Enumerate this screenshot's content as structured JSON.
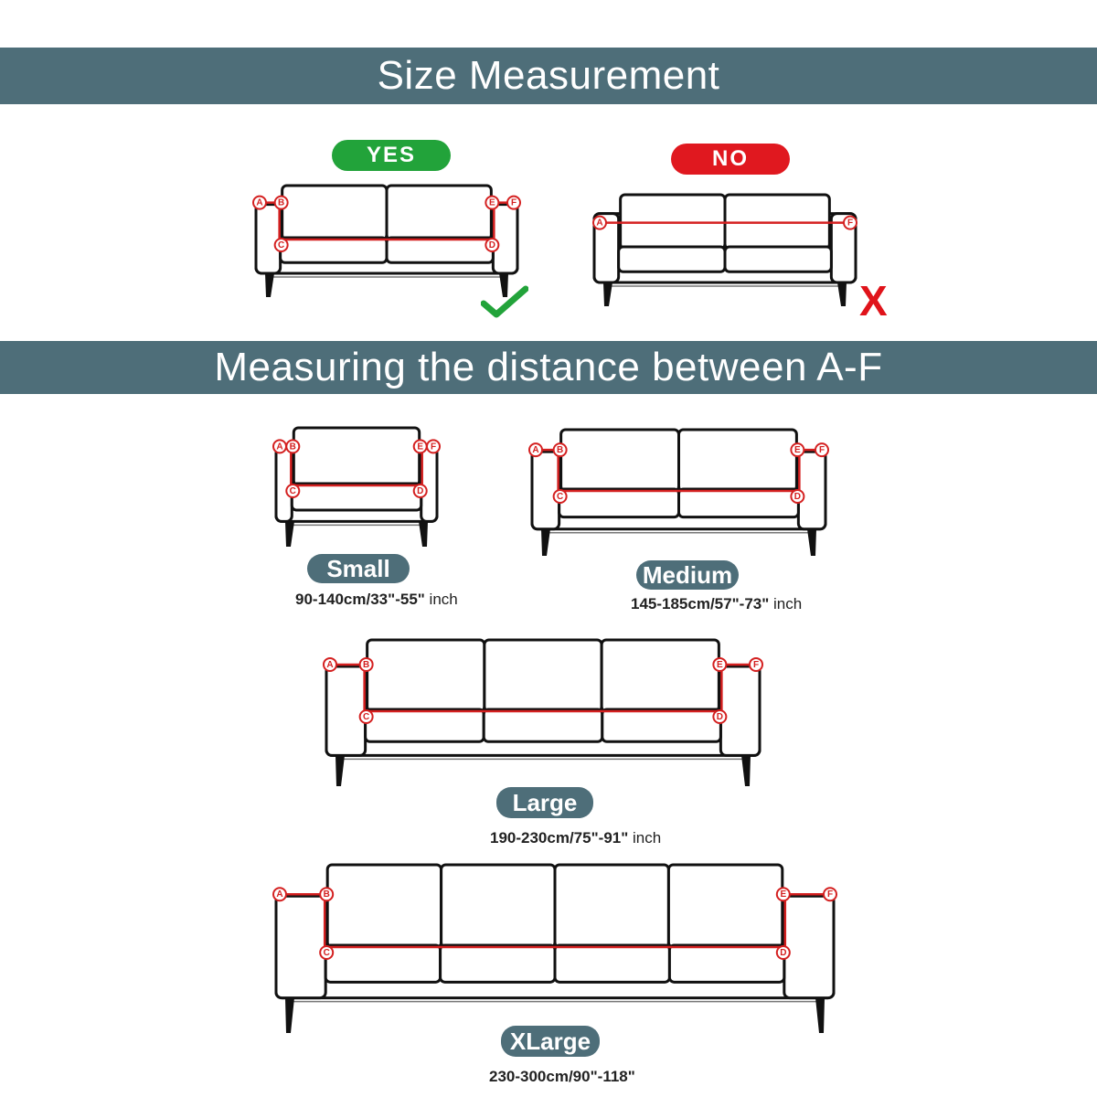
{
  "header": {
    "title": "Size Measurement",
    "subtitle": "Measuring the distance between A-F"
  },
  "compare": {
    "yes_label": "YES",
    "no_label": "NO",
    "yes_color": "#22a33a",
    "no_color": "#e0181f",
    "yes_icon": "check-icon",
    "no_icon": "x-icon",
    "no_mark": "X"
  },
  "points": [
    "A",
    "B",
    "C",
    "D",
    "E",
    "F"
  ],
  "sizes": [
    {
      "key": "small",
      "label": "Small",
      "range": "90-140cm/33\"-55\"",
      "unit": "inch"
    },
    {
      "key": "medium",
      "label": "Medium",
      "range": "145-185cm/57\"-73\"",
      "unit": "inch"
    },
    {
      "key": "large",
      "label": "Large",
      "range": "190-230cm/75\"-91\"",
      "unit": "inch"
    },
    {
      "key": "xlarge",
      "label": "XLarge",
      "range": "230-300cm/90\"-118\"",
      "unit": ""
    }
  ],
  "colors": {
    "banner": "#4e6e79",
    "measure_line": "#d42020",
    "outline": "#111111"
  }
}
